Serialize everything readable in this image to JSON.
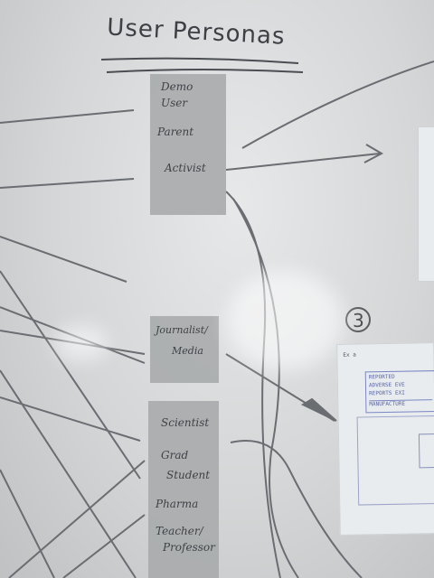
{
  "title": "User Personas",
  "sticky_notes": [
    {
      "name": "note-demo-user",
      "lines": [
        "Demo",
        "User"
      ]
    },
    {
      "name": "note-parent",
      "lines": [
        "Parent"
      ]
    },
    {
      "name": "note-activist",
      "lines": [
        "Activist"
      ]
    },
    {
      "name": "note-journalist-media",
      "lines": [
        "Journalist/",
        "Media"
      ]
    },
    {
      "name": "note-scientist",
      "lines": [
        "Scientist"
      ]
    },
    {
      "name": "note-grad-student",
      "lines": [
        "Grad",
        "Student"
      ]
    },
    {
      "name": "note-pharma",
      "lines": [
        "Pharma"
      ]
    },
    {
      "name": "note-teacher-professor",
      "lines": [
        "Teacher/",
        "Professor"
      ]
    }
  ],
  "circled_number": "3",
  "sheet": {
    "header": "Ex a",
    "lines": [
      "REPORTED",
      "ADVERSE EVE",
      "REPORTS EXI",
      "MANUFACTURE"
    ]
  }
}
